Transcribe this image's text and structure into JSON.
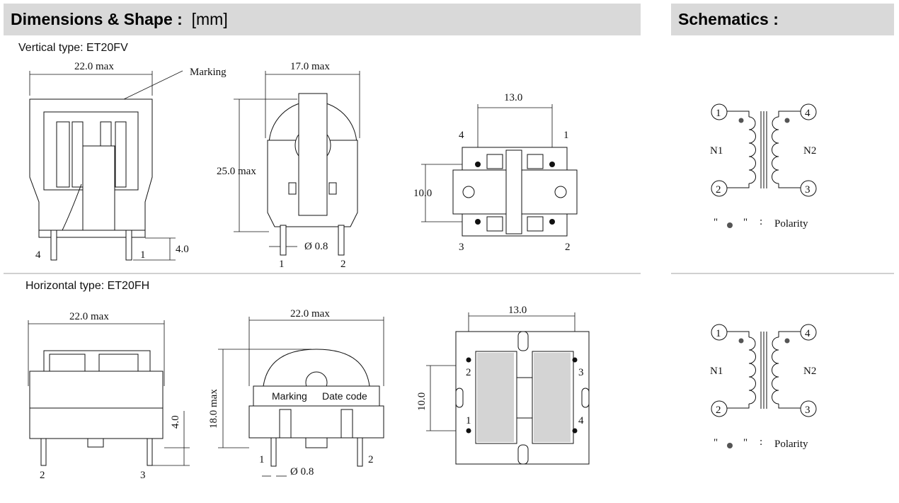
{
  "header": {
    "dimensions_title": "Dimensions & Shape :",
    "dimensions_unit": "[mm]",
    "schematics_title": "Schematics :"
  },
  "vertical": {
    "label": "Vertical type: ET20FV",
    "front": {
      "width": "22.0 max",
      "marking": "Marking",
      "pin_height": "4.0",
      "pin_left": "4",
      "pin_right": "1"
    },
    "side": {
      "width": "17.0 max",
      "height": "25.0 max",
      "pin_dia": "Ø 0.8",
      "pin_left": "1",
      "pin_right": "2"
    },
    "bottom": {
      "pitch_x": "13.0",
      "pitch_y": "10.0",
      "pins": [
        "4",
        "1",
        "3",
        "2"
      ]
    }
  },
  "horizontal": {
    "label": "Horizontal type: ET20FH",
    "front": {
      "width": "22.0 max",
      "pin_height": "4.0",
      "pin_left": "2",
      "pin_right": "3"
    },
    "side": {
      "width": "22.0 max",
      "height": "18.0 max",
      "marking": "Marking",
      "date_code": "Date code",
      "pin_dia": "Ø 0.8",
      "pin_left": "1",
      "pin_right": "2"
    },
    "bottom": {
      "pitch_x": "13.0",
      "pitch_y": "10.0",
      "pins": [
        "2",
        "3",
        "1",
        "4"
      ]
    }
  },
  "schematic": {
    "pins": [
      "1",
      "4",
      "2",
      "3"
    ],
    "n1": "N1",
    "n2": "N2",
    "polarity_quote_open": "\"",
    "polarity_quote_close": "\"",
    "polarity_sep": ":",
    "polarity": "Polarity"
  }
}
